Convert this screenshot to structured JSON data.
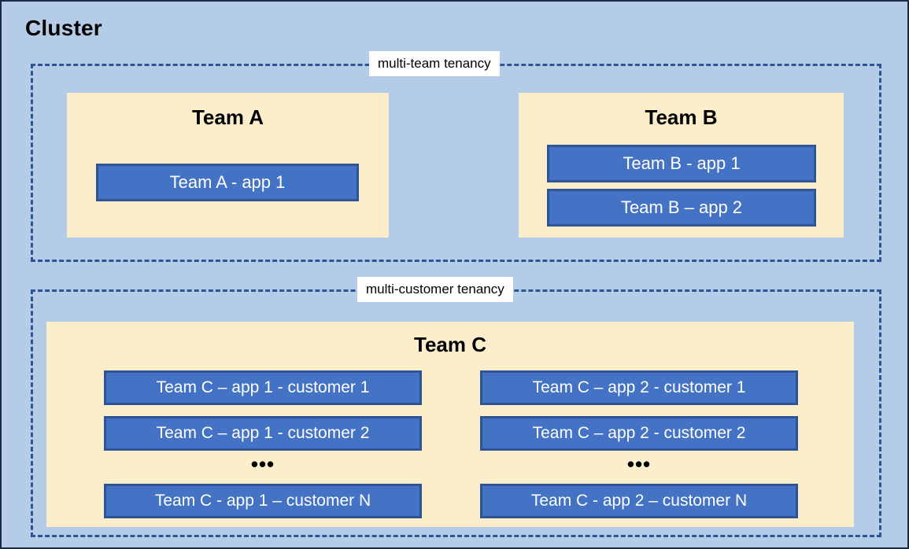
{
  "diagram": {
    "title": "Cluster",
    "background_color": "#b4cce8",
    "panel_color": "#fceecb",
    "app_color": "#4472c4",
    "app_border_color": "#2f5496",
    "zone_border_color": "#2f5496",
    "zone_label_background": "#ffffff",
    "text_color": "#000000",
    "app_text_color": "#ffffff"
  },
  "zones": [
    {
      "id": "multi-team",
      "label": "multi-team tenancy"
    },
    {
      "id": "multi-customer",
      "label": "multi-customer tenancy"
    }
  ],
  "teams": [
    {
      "id": "team-a",
      "title": "Team A",
      "apps": [
        {
          "label": "Team A - app 1"
        }
      ]
    },
    {
      "id": "team-b",
      "title": "Team B",
      "apps": [
        {
          "label": "Team B - app 1"
        },
        {
          "label": "Team B – app 2"
        }
      ]
    },
    {
      "id": "team-c",
      "title": "Team C",
      "columns": [
        {
          "id": "app-1",
          "ellipsis": "•••",
          "apps": [
            {
              "label": "Team C – app 1 - customer 1"
            },
            {
              "label": "Team C – app 1 - customer 2"
            },
            {
              "label": "Team C - app 1 – customer N"
            }
          ]
        },
        {
          "id": "app-2",
          "ellipsis": "•••",
          "apps": [
            {
              "label": "Team C – app 2 - customer 1"
            },
            {
              "label": "Team C – app 2 - customer 2"
            },
            {
              "label": "Team C - app 2 – customer N"
            }
          ]
        }
      ]
    }
  ]
}
